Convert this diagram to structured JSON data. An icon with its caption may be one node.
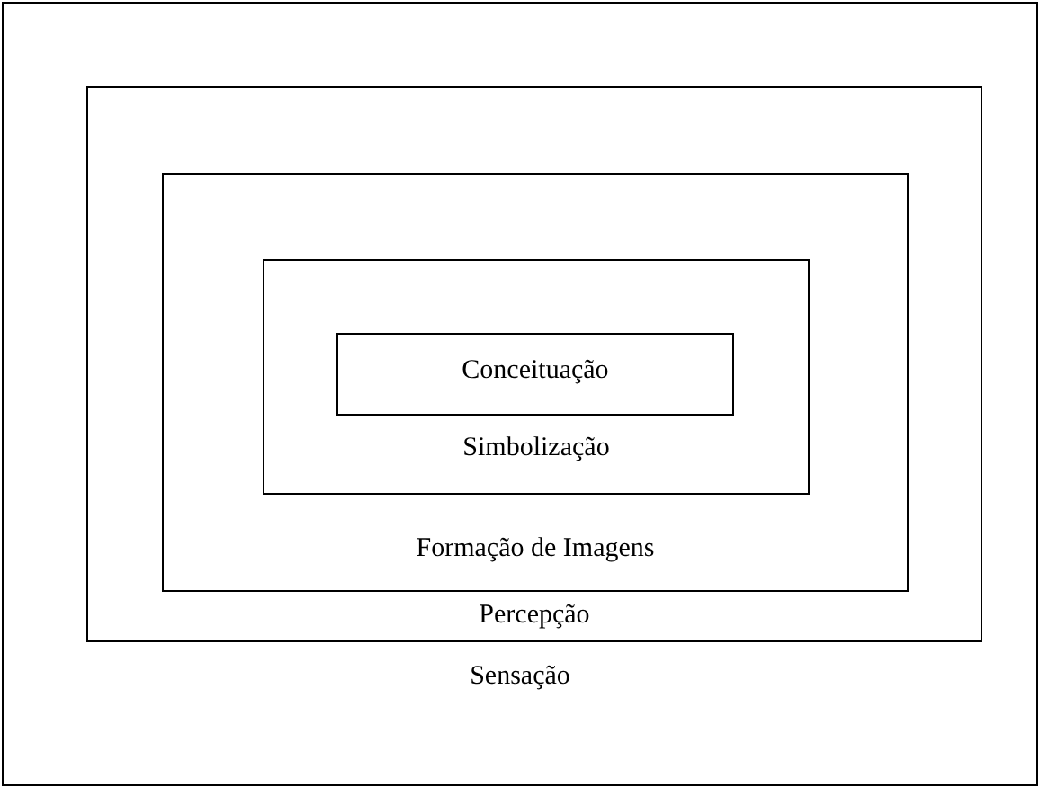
{
  "diagram": {
    "nodes": [
      {
        "text": [
          "Sensação"
        ]
      },
      {
        "text": [
          "Percepção"
        ],
        "in": 0
      },
      {
        "text": [
          "Formação de Imagens"
        ],
        "in": 1
      },
      {
        "text": [
          "Simbolização"
        ],
        "in": 2
      },
      {
        "text": [
          "Conceituação"
        ],
        "in": 3
      }
    ]
  }
}
